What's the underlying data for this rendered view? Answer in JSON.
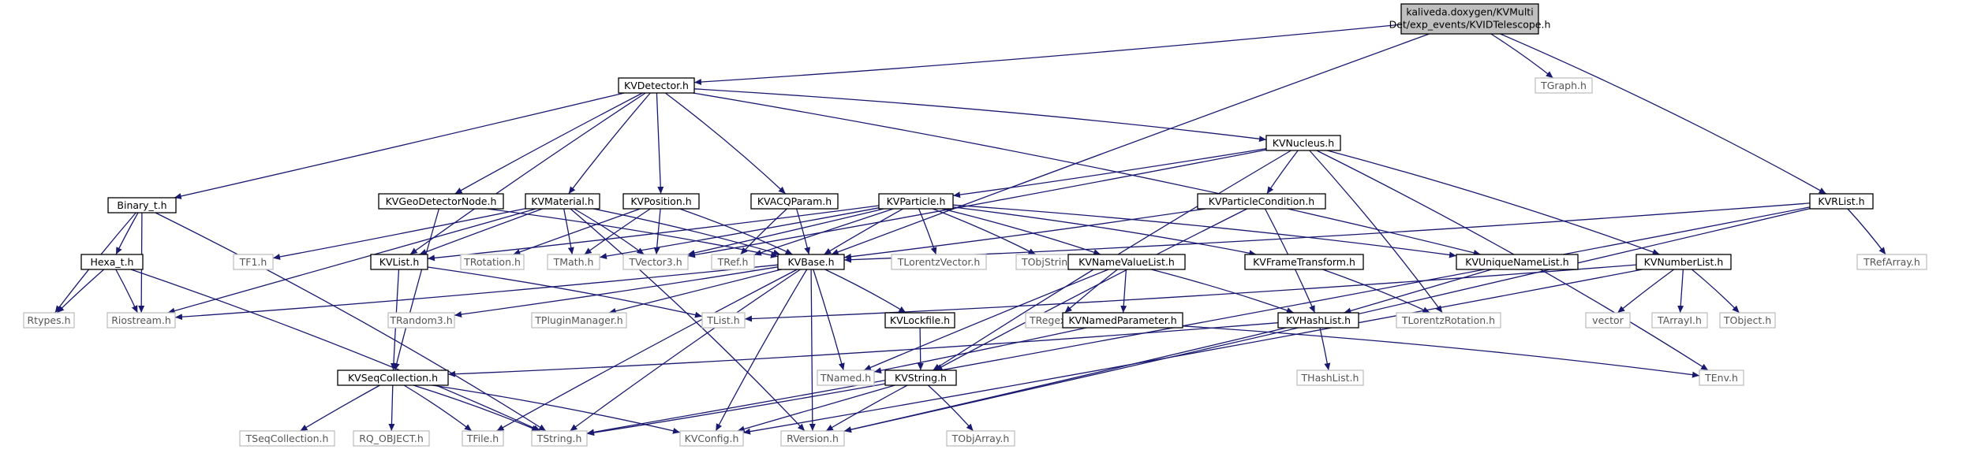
{
  "nodes": {
    "root_line1": "kaliveda.doxygen/KVMulti",
    "root_line2": "Det/exp_events/KVIDTelescope.h",
    "KVDetector": "KVDetector.h",
    "TGraph": "TGraph.h",
    "KVNucleus": "KVNucleus.h",
    "KVRList": "KVRList.h",
    "Binary_t": "Binary_t.h",
    "KVGeoDetectorNode": "KVGeoDetectorNode.h",
    "KVMaterial": "KVMaterial.h",
    "KVPosition": "KVPosition.h",
    "KVACQParam": "KVACQParam.h",
    "KVParticle": "KVParticle.h",
    "KVParticleCondition": "KVParticleCondition.h",
    "Hexa_t": "Hexa_t.h",
    "TF1": "TF1.h",
    "KVList": "KVList.h",
    "TRotation": "TRotation.h",
    "TMath": "TMath.h",
    "TVector3": "TVector3.h",
    "TRef": "TRef.h",
    "KVBase": "KVBase.h",
    "TLorentzVector": "TLorentzVector.h",
    "TObjString": "TObjString.h",
    "KVNameValueList": "KVNameValueList.h",
    "KVFrameTransform": "KVFrameTransform.h",
    "KVUniqueNameList": "KVUniqueNameList.h",
    "KVNumberList": "KVNumberList.h",
    "TRefArray": "TRefArray.h",
    "Rtypes": "Rtypes.h",
    "Riostream": "Riostream.h",
    "TRandom3": "TRandom3.h",
    "TPluginManager": "TPluginManager.h",
    "KVLockfile": "KVLockfile.h",
    "TRegexp": "TRegexp.h",
    "KVNamedParameter": "KVNamedParameter.h",
    "KVHashList": "KVHashList.h",
    "TLorentzRotation": "TLorentzRotation.h",
    "TList": "TList.h",
    "vector": "vector",
    "TArrayI": "TArrayI.h",
    "TObject": "TObject.h",
    "KVSeqCollection": "KVSeqCollection.h",
    "TNamed": "TNamed.h",
    "KVString": "KVString.h",
    "THashList": "THashList.h",
    "TEnv": "TEnv.h",
    "TSeqCollection": "TSeqCollection.h",
    "RQ_OBJECT": "RQ_OBJECT.h",
    "TFile": "TFile.h",
    "TString": "TString.h",
    "KVConfig": "KVConfig.h",
    "RVersion": "RVersion.h",
    "TObjArray": "TObjArray.h"
  },
  "colors": {
    "edge": "#191970",
    "root_fill": "#bfbfbf",
    "internal_border": "#000000",
    "external_border": "#bfbfbf"
  }
}
